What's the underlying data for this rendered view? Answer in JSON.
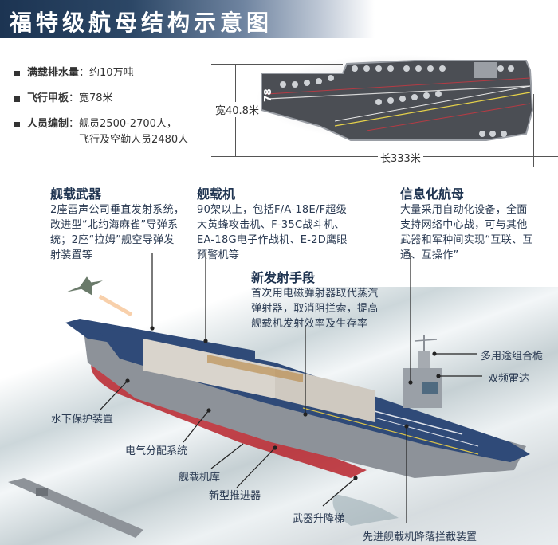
{
  "header": {
    "title": "福特级航母结构示意图"
  },
  "specs": [
    {
      "label": "满载排水量",
      "value": "约10万吨"
    },
    {
      "label": "飞行甲板",
      "value": "宽78米"
    },
    {
      "label": "人员编制",
      "value": "舰员2500-2700人，\n飞行及空勤人员2480人"
    }
  ],
  "topview": {
    "hull_number": "78",
    "width_label": "宽40.8米",
    "length_label": "长333米"
  },
  "callouts": {
    "weapons": {
      "title": "舰载武器",
      "body": "2座雷声公司垂直发射系统，\n改进型“北约海麻雀”导弹系\n统；2座“拉姆”舰空导弹发\n射装置等"
    },
    "aircraft": {
      "title": "舰载机",
      "body": "90架以上，包括F/A-18E/F超级\n大黄蜂攻击机、F-35C战斗机、\nEA-18G电子作战机、E-2D鹰眼\n预警机等"
    },
    "info": {
      "title": "信息化航母",
      "body": "大量采用自动化设备，全面\n支持网络中心战，可与其他\n武器和军种间实现“互联、互\n通、互操作”"
    },
    "launch": {
      "title": "新发射手段",
      "body": "首次用电磁弹射器取代蒸汽\n弹射器，取消阻拦索，提高\n舰载机发射效率及生存率"
    }
  },
  "labels": {
    "mast": "多用途组合桅",
    "radar": "双频雷达",
    "underwater": "水下保护装置",
    "power": "电气分配系统",
    "hangar": "舰载机库",
    "propulsion": "新型推进器",
    "elevator": "武器升降梯",
    "arresting": "先进舰载机降落拦截装置"
  },
  "colors": {
    "title_bg": "#1c3452",
    "deck": "#2f4a78",
    "hull": "#8a8f96",
    "hull_red": "#b8232b",
    "text_dark": "#1e3350"
  }
}
